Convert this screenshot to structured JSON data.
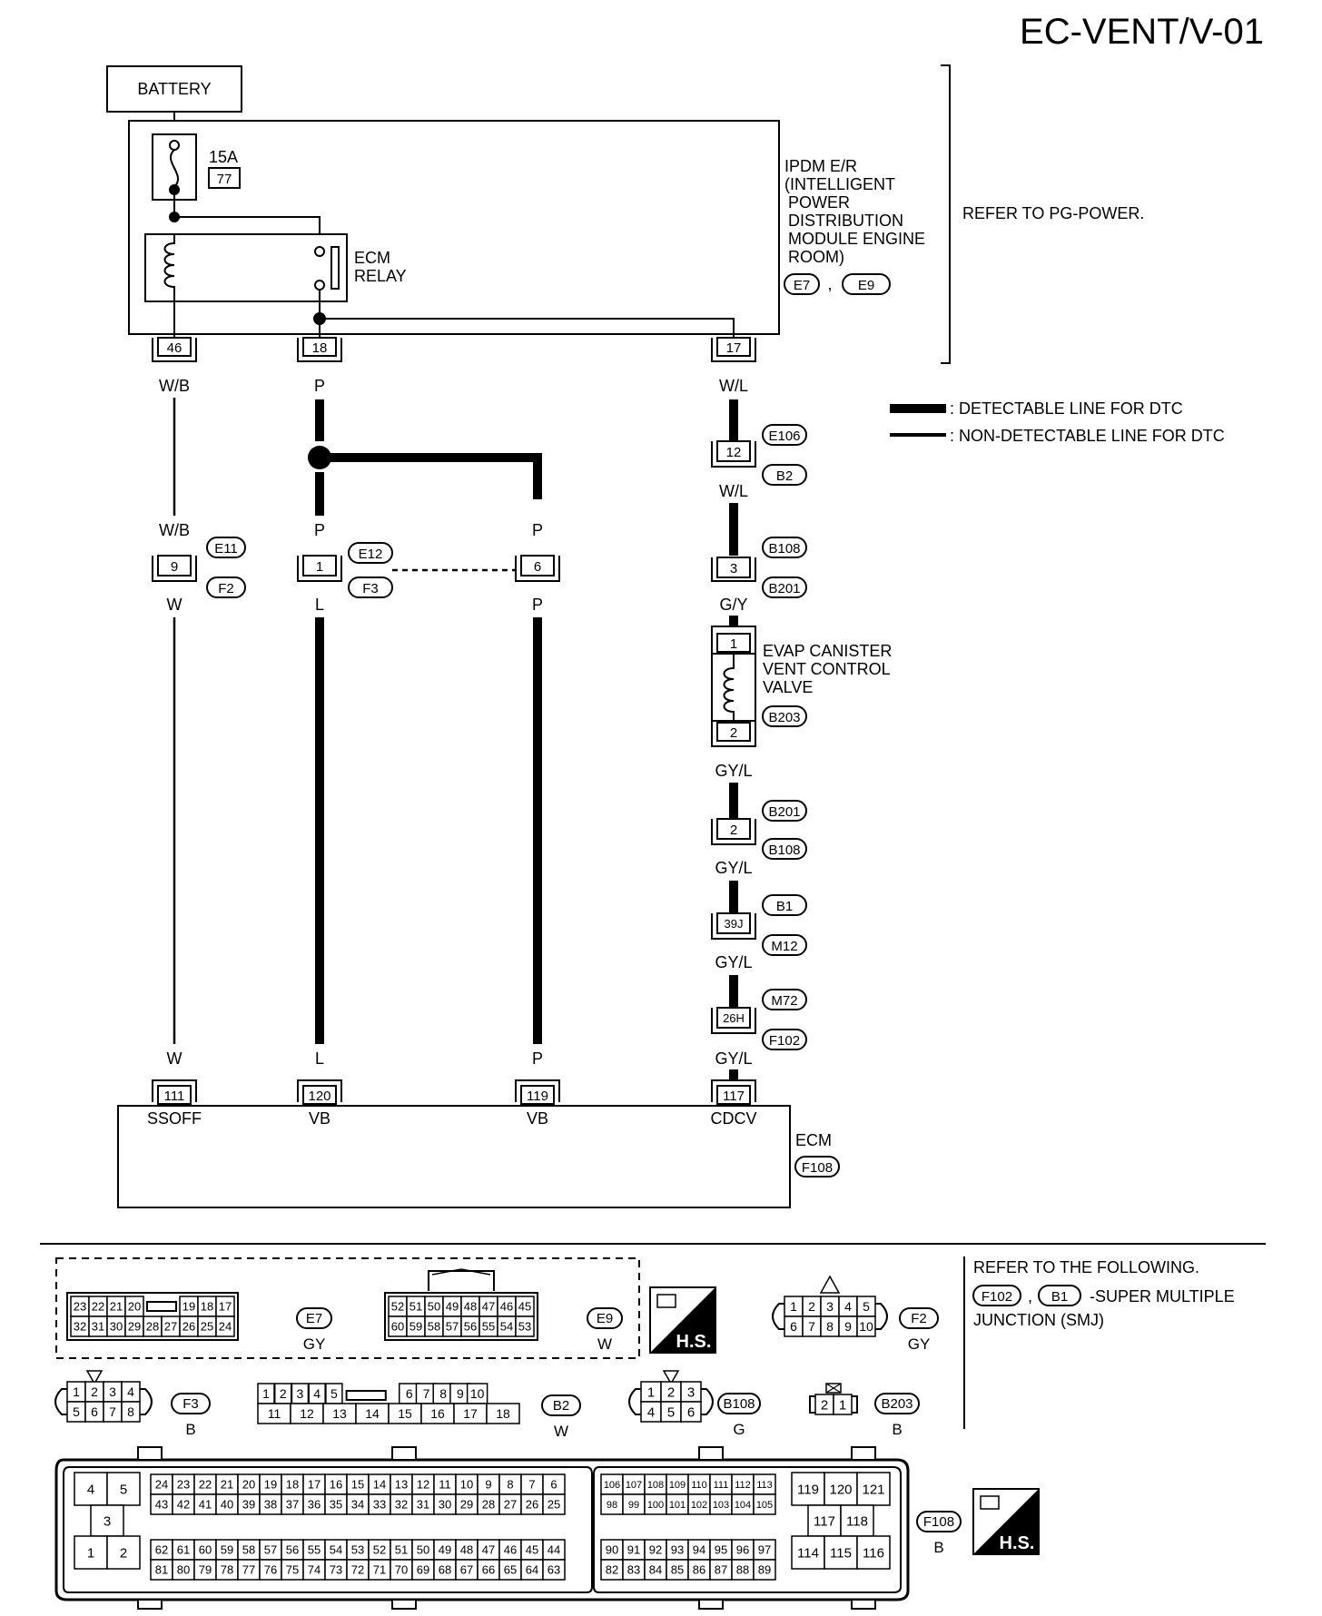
{
  "page_title": "EC-VENT/V-01",
  "battery_label": "BATTERY",
  "fuse": {
    "rating": "15A",
    "number": "77"
  },
  "ipdm": {
    "lines": [
      "IPDM E/R",
      "(INTELLIGENT",
      "POWER",
      "DISTRIBUTION",
      "MODULE ENGINE",
      "ROOM)"
    ],
    "connectors": [
      "E7",
      "E9"
    ],
    "sep": ","
  },
  "refer_pg": "REFER TO PG-POWER.",
  "ecm_relay_lines": [
    "ECM",
    "RELAY"
  ],
  "legend": {
    "detectable": ": DETECTABLE LINE FOR DTC",
    "nondetectable": ": NON-DETECTABLE LINE FOR DTC"
  },
  "ipdm_terminals": [
    "46",
    "18",
    "17"
  ],
  "wire_colors": {
    "w46_top": "W/B",
    "w18_top": "P",
    "w17_top": "W/L",
    "e11_above": "W/B",
    "e11_below": "W",
    "e12_above": "P",
    "e12_below": "L",
    "t6_above": "P",
    "t6_below": "P",
    "j12_below": "W/L",
    "j3_below": "G/Y",
    "valve_below": "GY/L",
    "j2_below": "GY/L",
    "j39_below": "GY/L",
    "j26_below": "GY/L",
    "ecm_w": "W",
    "ecm_l": "L",
    "ecm_p": "P"
  },
  "junctions": {
    "e11": {
      "terminal": "9",
      "conn_top": "E11",
      "conn_bottom": "F2"
    },
    "e12": {
      "terminal": "1",
      "conn_top": "E12",
      "conn_bottom": "F3"
    },
    "t6": {
      "terminal": "6"
    },
    "j12": {
      "terminal": "12",
      "conn_top": "E106",
      "conn_bottom": "B2"
    },
    "j3": {
      "terminal": "3",
      "conn_top": "B108",
      "conn_bottom": "B201"
    },
    "j2": {
      "terminal": "2",
      "conn_top": "B201",
      "conn_bottom": "B108"
    },
    "j39": {
      "terminal": "39J",
      "conn_top": "B1",
      "conn_bottom": "M12"
    },
    "j26": {
      "terminal": "26H",
      "conn_top": "M72",
      "conn_bottom": "F102"
    }
  },
  "valve": {
    "lines": [
      "EVAP CANISTER",
      "VENT CONTROL",
      "VALVE"
    ],
    "connector": "B203",
    "pin_top": "1",
    "pin_bottom": "2"
  },
  "ecm": {
    "label": "ECM",
    "connector": "F108",
    "terminals": [
      {
        "num": "111",
        "name": "SSOFF"
      },
      {
        "num": "120",
        "name": "VB"
      },
      {
        "num": "119",
        "name": "VB"
      },
      {
        "num": "117",
        "name": "CDCV"
      }
    ]
  },
  "refer_following": {
    "title": "REFER TO THE FOLLOWING.",
    "conn1": "F102",
    "sep": ",",
    "conn2": "B1",
    "suffix": "-SUPER MULTIPLE",
    "line2": "JUNCTION (SMJ)"
  },
  "hs_label": "H.S.",
  "connectors": {
    "e7": {
      "id": "E7",
      "color": "GY",
      "top": [
        "23",
        "22",
        "21",
        "20",
        "19",
        "18",
        "17"
      ],
      "bottom": [
        "32",
        "31",
        "30",
        "29",
        "28",
        "27",
        "26",
        "25",
        "24"
      ]
    },
    "e9": {
      "id": "E9",
      "color": "W",
      "top": [
        "52",
        "51",
        "50",
        "49",
        "48",
        "47",
        "46",
        "45"
      ],
      "bottom": [
        "60",
        "59",
        "58",
        "57",
        "56",
        "55",
        "54",
        "53"
      ]
    },
    "f2": {
      "id": "F2",
      "color": "GY",
      "top": [
        "1",
        "2",
        "3",
        "4",
        "5"
      ],
      "bottom": [
        "6",
        "7",
        "8",
        "9",
        "10"
      ]
    },
    "f3": {
      "id": "F3",
      "color": "B",
      "top": [
        "1",
        "2",
        "3",
        "4"
      ],
      "bottom": [
        "5",
        "6",
        "7",
        "8"
      ]
    },
    "b2": {
      "id": "B2",
      "color": "W",
      "top": [
        "1",
        "2",
        "3",
        "4",
        "5",
        "6",
        "7",
        "8",
        "9",
        "10"
      ],
      "bottom": [
        "11",
        "12",
        "13",
        "14",
        "15",
        "16",
        "17",
        "18"
      ]
    },
    "b108": {
      "id": "B108",
      "color": "G",
      "top": [
        "1",
        "2",
        "3"
      ],
      "bottom": [
        "4",
        "5",
        "6"
      ]
    },
    "b203": {
      "id": "B203",
      "color": "B",
      "pins": [
        "2",
        "1"
      ]
    },
    "f108": {
      "id": "F108",
      "color": "B",
      "left_block": [
        "4",
        "5",
        "3",
        "1",
        "2"
      ],
      "row1": [
        "24",
        "23",
        "22",
        "21",
        "20",
        "19",
        "18",
        "17",
        "16",
        "15",
        "14",
        "13",
        "12",
        "11",
        "10",
        "9",
        "8",
        "7",
        "6"
      ],
      "row2": [
        "43",
        "42",
        "41",
        "40",
        "39",
        "38",
        "37",
        "36",
        "35",
        "34",
        "33",
        "32",
        "31",
        "30",
        "29",
        "28",
        "27",
        "26",
        "25"
      ],
      "row3": [
        "62",
        "61",
        "60",
        "59",
        "58",
        "57",
        "56",
        "55",
        "54",
        "53",
        "52",
        "51",
        "50",
        "49",
        "48",
        "47",
        "46",
        "45",
        "44"
      ],
      "row4": [
        "81",
        "80",
        "79",
        "78",
        "77",
        "76",
        "75",
        "74",
        "73",
        "72",
        "71",
        "70",
        "69",
        "68",
        "67",
        "66",
        "65",
        "64",
        "63"
      ],
      "mid_row1": [
        "106",
        "107",
        "108",
        "109",
        "110",
        "111",
        "112",
        "113"
      ],
      "mid_row2": [
        "98",
        "99",
        "100",
        "101",
        "102",
        "103",
        "104",
        "105"
      ],
      "mid_row3": [
        "90",
        "91",
        "92",
        "93",
        "94",
        "95",
        "96",
        "97"
      ],
      "mid_row4": [
        "82",
        "83",
        "84",
        "85",
        "86",
        "87",
        "88",
        "89"
      ],
      "right_top": [
        "119",
        "120",
        "121"
      ],
      "right_mid": [
        "117",
        "118"
      ],
      "right_bottom": [
        "114",
        "115",
        "116"
      ]
    }
  }
}
